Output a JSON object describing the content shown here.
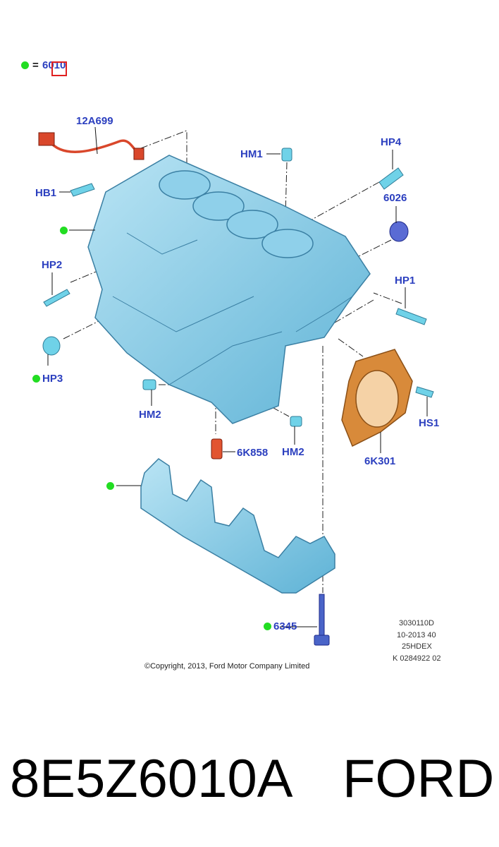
{
  "legend": {
    "symbol": "=",
    "code": "6010"
  },
  "labels": {
    "wiring_harness": "12A699",
    "hm1": "HM1",
    "hp4": "HP4",
    "p6026": "6026",
    "hb1": "HB1",
    "hp2": "HP2",
    "hp1": "HP1",
    "hp3": "HP3",
    "hm2_left": "HM2",
    "hm2_right": "HM2",
    "p6k858": "6K858",
    "p6k301": "6K301",
    "hs1": "HS1",
    "p6345": "6345"
  },
  "meta": {
    "line1": "3030110D",
    "line2": "10-2013 40",
    "line3": "25HDEX",
    "line4": "K 0284922 02"
  },
  "copyright": "©Copyright, 2013, Ford Motor Company Limited",
  "footer": {
    "part_number": "8E5Z6010A",
    "brand": "FORD"
  },
  "colors": {
    "label": "#2b3fbf",
    "indicator": "#22dd22",
    "block": "#7fc9e6",
    "seal": "#d88a3a",
    "sensor_wire": "#d9472b",
    "bolt": "#4a64c8"
  }
}
